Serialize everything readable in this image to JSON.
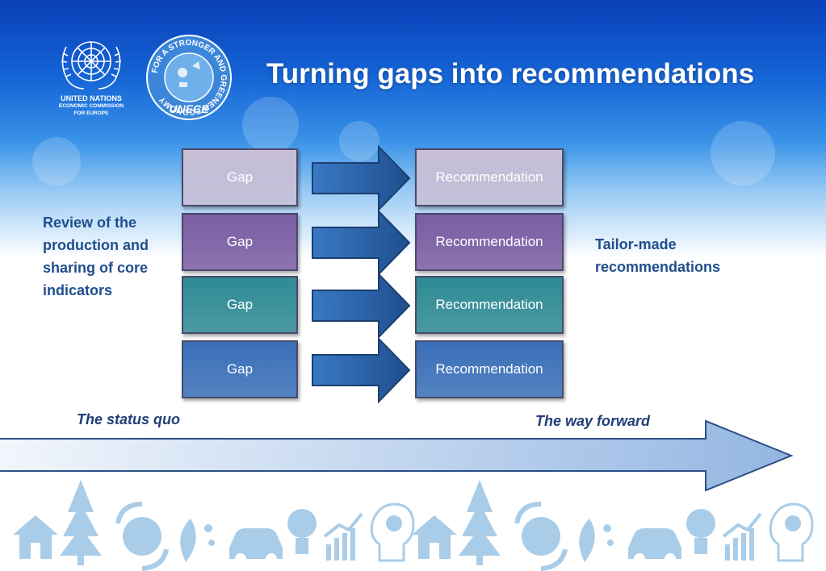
{
  "logos": {
    "un_text_lines": [
      "UNITED NATIONS",
      "ECONOMIC COMMISSION",
      "FOR EUROPE"
    ],
    "unece_ring_text": "FOR A STRONGER AND GREENER ECONOMY",
    "unece_label": "UNECE"
  },
  "title": "Turning gaps into recommendations",
  "left_text": "Review of the production and sharing of core indicators",
  "right_text": "Tailor-made recommendations",
  "rows": [
    {
      "gap": "Gap",
      "recommendation": "Recommendation",
      "gap_color": "#c8bfd6",
      "rec_color": "#c8bfd6"
    },
    {
      "gap": "Gap",
      "recommendation": "Recommendation",
      "gap_color": "#7b5ea3",
      "rec_color": "#7b5ea3"
    },
    {
      "gap": "Gap",
      "recommendation": "Recommendation",
      "gap_color": "#2e8a94",
      "rec_color": "#2e8a94"
    },
    {
      "gap": "Gap",
      "recommendation": "Recommendation",
      "gap_color": "#3a6fb8",
      "rec_color": "#3a6fb8"
    }
  ],
  "timeline": {
    "start_label": "The status quo",
    "end_label": "The way forward"
  },
  "colors": {
    "title": "#ffffff",
    "side_text": "#1f4e8c",
    "arrow": "#2f5f9e",
    "icons": "#a9cde8"
  },
  "icons": [
    "house-icon",
    "tree-icon",
    "globe-hands-icon",
    "leaf-drops-icon",
    "car-icon",
    "lightbulb-icon",
    "growth-chart-icon",
    "head-gear-icon",
    "house-icon",
    "tree-icon",
    "globe-hands-icon",
    "leaf-drops-icon",
    "car-icon",
    "lightbulb-icon",
    "growth-chart-icon",
    "head-gear-icon"
  ]
}
